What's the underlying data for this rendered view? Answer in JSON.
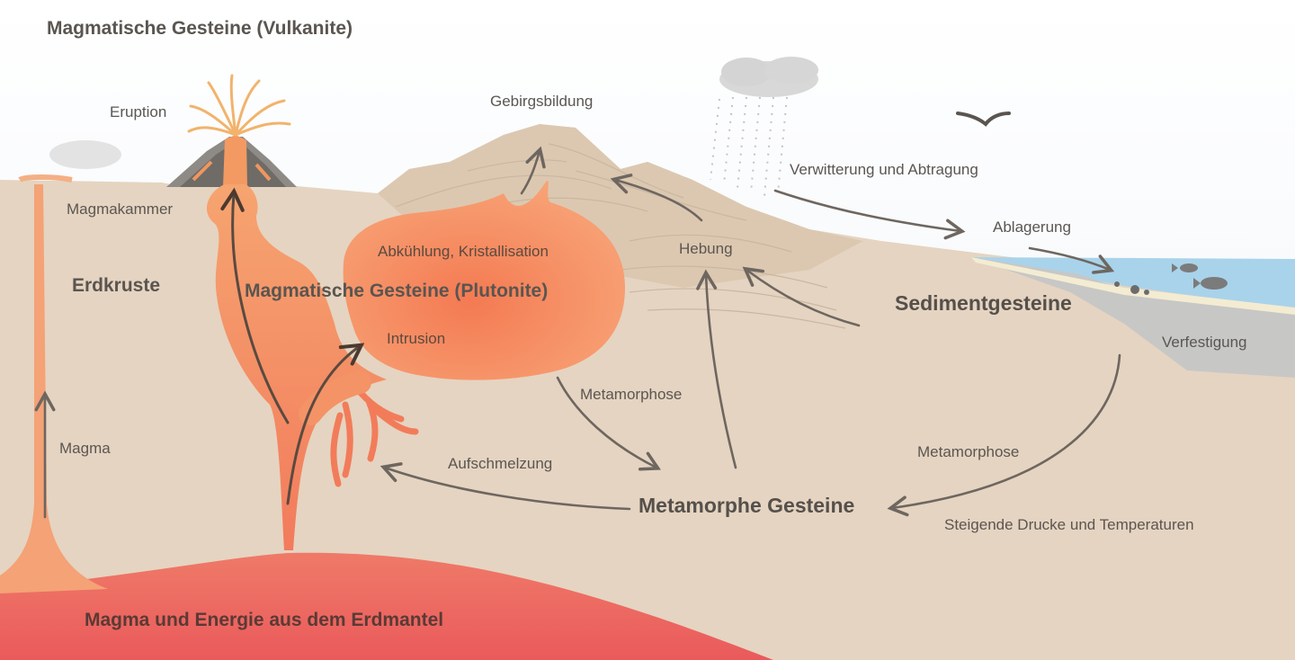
{
  "labels": {
    "title": "Magmatische Gesteine (Vulkanite)",
    "eruption": "Eruption",
    "gebirgsbildung": "Gebirgsbildung",
    "verwitterung": "Verwitterung und Abtragung",
    "ablagerung": "Ablagerung",
    "magmakammer": "Magmakammer",
    "erdkruste": "Erdkruste",
    "abkuehlung": "Abkühlung, Kristallisation",
    "plutonite": "Magmatische Gesteine (Plutonite)",
    "hebung": "Hebung",
    "sedimentgesteine": "Sedimentgesteine",
    "verfestigung": "Verfestigung",
    "intrusion": "Intrusion",
    "metamorphose_left": "Metamorphose",
    "magma": "Magma",
    "aufschmelzung": "Aufschmelzung",
    "metamorphose_right": "Metamorphose",
    "metamorphe_gesteine": "Metamorphe Gesteine",
    "steigende": "Steigende Drucke und Temperaturen",
    "erdmantel": "Magma und Energie aus dem Erdmantel"
  },
  "colors": {
    "sky": "#f6f9fb",
    "crust": "#e5d4c1",
    "mountain": "#dcc8b0",
    "magma": "#f59a6a",
    "mantle": "#ee6b60",
    "sea": "#a9d3ea",
    "sediment": "#c7c7c6",
    "arrow": "#6e6660"
  }
}
